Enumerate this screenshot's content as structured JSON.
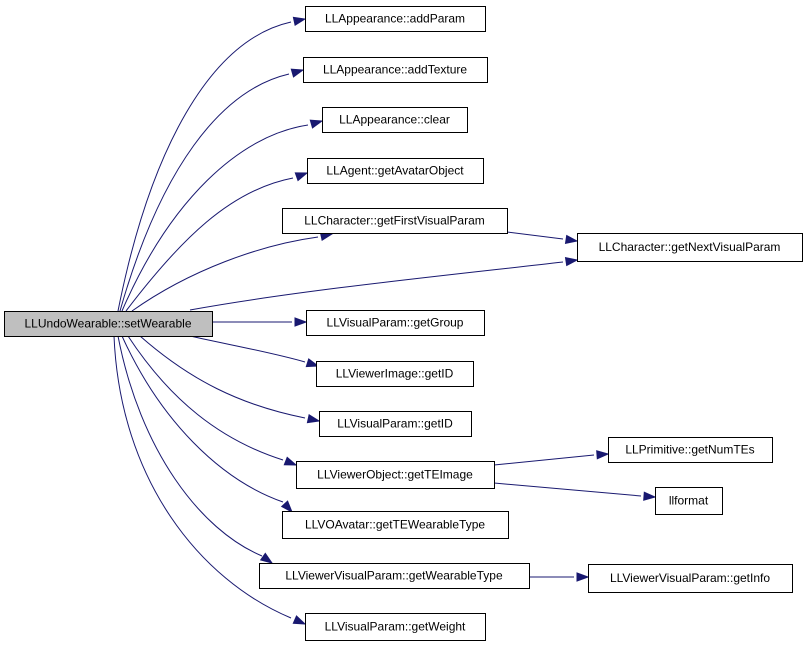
{
  "diagram": {
    "type": "call-graph",
    "root": "setwearable",
    "nodes": [
      {
        "id": "setwearable",
        "label": "LLUndoWearable::setWearable",
        "root": true
      },
      {
        "id": "addparam",
        "label": "LLAppearance::addParam"
      },
      {
        "id": "addtexture",
        "label": "LLAppearance::addTexture"
      },
      {
        "id": "clear",
        "label": "LLAppearance::clear"
      },
      {
        "id": "getavatarobject",
        "label": "LLAgent::getAvatarObject"
      },
      {
        "id": "getfirstvisualparam",
        "label": "LLCharacter::getFirstVisualParam"
      },
      {
        "id": "getnextvisualparam",
        "label": "LLCharacter::getNextVisualParam"
      },
      {
        "id": "getgroup",
        "label": "LLVisualParam::getGroup"
      },
      {
        "id": "viewerimage-getid",
        "label": "LLViewerImage::getID"
      },
      {
        "id": "visualparam-getid",
        "label": "LLVisualParam::getID"
      },
      {
        "id": "gettempimage",
        "label": "LLViewerObject::getTEImage"
      },
      {
        "id": "getnumtes",
        "label": "LLPrimitive::getNumTEs"
      },
      {
        "id": "llformat",
        "label": "llformat"
      },
      {
        "id": "gettewearabletype",
        "label": "LLVOAvatar::getTEWearableType"
      },
      {
        "id": "getwearabletype",
        "label": "LLViewerVisualParam::getWearableType"
      },
      {
        "id": "getinfo",
        "label": "LLViewerVisualParam::getInfo"
      },
      {
        "id": "getweight",
        "label": "LLVisualParam::getWeight"
      }
    ],
    "edges": [
      {
        "from": "setwearable",
        "to": "addparam"
      },
      {
        "from": "setwearable",
        "to": "addtexture"
      },
      {
        "from": "setwearable",
        "to": "clear"
      },
      {
        "from": "setwearable",
        "to": "getavatarobject"
      },
      {
        "from": "setwearable",
        "to": "getfirstvisualparam"
      },
      {
        "from": "setwearable",
        "to": "getnextvisualparam"
      },
      {
        "from": "getfirstvisualparam",
        "to": "getnextvisualparam"
      },
      {
        "from": "setwearable",
        "to": "getgroup"
      },
      {
        "from": "setwearable",
        "to": "viewerimage-getid"
      },
      {
        "from": "setwearable",
        "to": "visualparam-getid"
      },
      {
        "from": "setwearable",
        "to": "gettempimage"
      },
      {
        "from": "gettempimage",
        "to": "getnumtes"
      },
      {
        "from": "gettempimage",
        "to": "llformat"
      },
      {
        "from": "setwearable",
        "to": "gettewearabletype"
      },
      {
        "from": "setwearable",
        "to": "getwearabletype"
      },
      {
        "from": "getwearabletype",
        "to": "getinfo"
      },
      {
        "from": "setwearable",
        "to": "getweight"
      }
    ],
    "colors": {
      "edge": "#191970",
      "node_border": "#000000",
      "root_fill": "#bfbfbf",
      "node_fill": "#ffffff"
    }
  }
}
